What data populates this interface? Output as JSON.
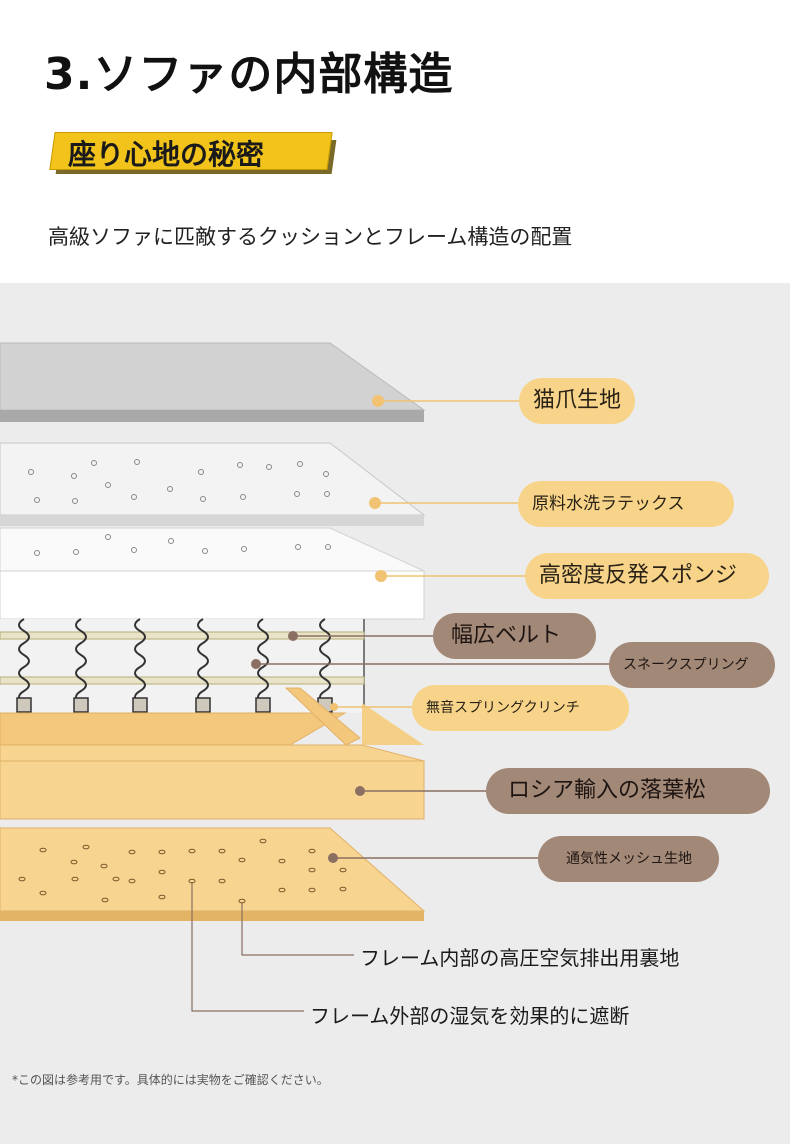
{
  "header": {
    "title": "3.ソファの内部構造",
    "badge": "座り心地の秘密",
    "subtitle": "高級ソファに匹敵するクッションとフレーム構造の配置"
  },
  "layers": [
    {
      "key": "cat_fabric",
      "label": "猫爪生地",
      "style": "yellow"
    },
    {
      "key": "latex",
      "label": "原料水洗ラテックス",
      "style": "yellow"
    },
    {
      "key": "sponge",
      "label": "高密度反発スポンジ",
      "style": "yellow"
    },
    {
      "key": "belt",
      "label": "幅広ベルト",
      "style": "brown"
    },
    {
      "key": "spring",
      "label": "スネークスプリング",
      "style": "brown"
    },
    {
      "key": "clinch",
      "label": "無音スプリングクリンチ",
      "style": "yellow"
    },
    {
      "key": "pine",
      "label": "ロシア輸入の落葉松",
      "style": "brown"
    },
    {
      "key": "mesh",
      "label": "通気性メッシュ生地",
      "style": "brown"
    }
  ],
  "callouts": {
    "inner": "フレーム内部の高圧空気排出用裏地",
    "outer": "フレーム外部の湿気を効果的に遮断"
  },
  "footnote": "*この図は参考用です。具体的には実物をご確認ください。",
  "colors": {
    "fabric": "#cfcfcf",
    "latex": "#f4f4f4",
    "sponge": "#ffffff",
    "wood": "#f5cf86",
    "leader_yellow": "#f0c271",
    "leader_brown": "#8a6f62",
    "badge": "#f2c31a"
  }
}
